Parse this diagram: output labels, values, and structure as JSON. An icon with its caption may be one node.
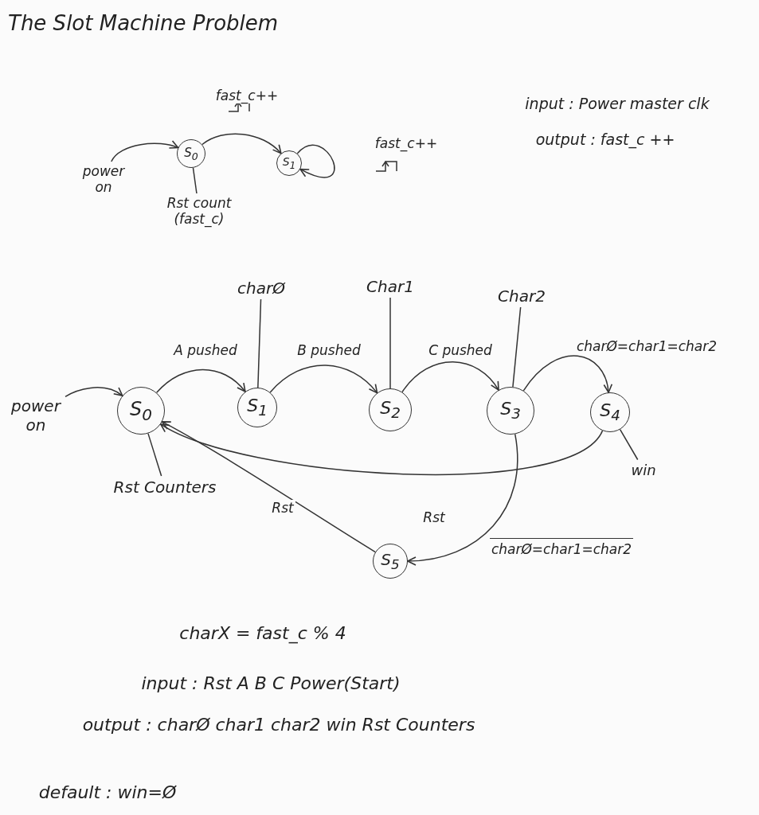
{
  "diagram": {
    "title": "The Slot Machine Problem",
    "nodes": [
      {
        "text": [
          "S$_{0}$"
        ]
      },
      {
        "text": [
          "S$_{1}$"
        ]
      },
      {
        "text": [
          "power on"
        ]
      },
      {
        "text": [
          "Rst count (fast_c)"
        ]
      },
      {
        "text": [
          "power on"
        ]
      },
      {
        "text": [
          "S$_{0}$"
        ]
      },
      {
        "text": [
          "S$_{1}$"
        ]
      },
      {
        "text": [
          "S$_{2}$"
        ]
      },
      {
        "text": [
          "S$_{3}$"
        ]
      },
      {
        "text": [
          "S$_{4}$"
        ]
      },
      {
        "text": [
          "S$_{5}$"
        ]
      },
      {
        "text": [
          "charØ"
        ]
      },
      {
        "text": [
          "Char1"
        ]
      },
      {
        "text": [
          "Char2"
        ]
      },
      {
        "text": [
          "Rst Counters"
        ]
      },
      {
        "text": [
          "win"
        ]
      }
    ],
    "edges": [
      {
        "from": 2,
        "to": 0,
        "arrow": "to"
      },
      {
        "from": 0,
        "to": 1,
        "arrow": "to",
        "label": "fast_c++"
      },
      {
        "from": 1,
        "to": 1,
        "arrow": "to",
        "label": "fast_c++"
      },
      {
        "from": 3,
        "to": 0,
        "arrow": "none"
      },
      {
        "from": 4,
        "to": 5,
        "arrow": "to"
      },
      {
        "from": 5,
        "to": 6,
        "arrow": "to",
        "label": "A pushed"
      },
      {
        "from": 6,
        "to": 7,
        "arrow": "to",
        "label": "B pushed"
      },
      {
        "from": 7,
        "to": 8,
        "arrow": "to",
        "label": "C pushed"
      },
      {
        "from": 8,
        "to": 9,
        "arrow": "to",
        "label": "charØ=char1=char2"
      },
      {
        "from": 9,
        "to": 5,
        "arrow": "to",
        "label": "Rst"
      },
      {
        "from": 8,
        "to": 10,
        "arrow": "to",
        "label": "charØ=char1=char2"
      },
      {
        "from": 10,
        "to": 5,
        "arrow": "to",
        "label": "Rst"
      },
      {
        "from": 11,
        "to": 6,
        "arrow": "none"
      },
      {
        "from": 12,
        "to": 7,
        "arrow": "none"
      },
      {
        "from": 13,
        "to": 8,
        "arrow": "none"
      },
      {
        "from": 14,
        "to": 5,
        "arrow": "none"
      },
      {
        "from": 15,
        "to": 9,
        "arrow": "none"
      }
    ],
    "labels": [
      "input : Power master clk",
      "output : fast_c ++",
      "charX = fast_c % 4",
      "input : Rst A B C Power(Start)",
      "output : charØ char1 char2 win Rst Counters",
      "default : win=Ø"
    ]
  }
}
